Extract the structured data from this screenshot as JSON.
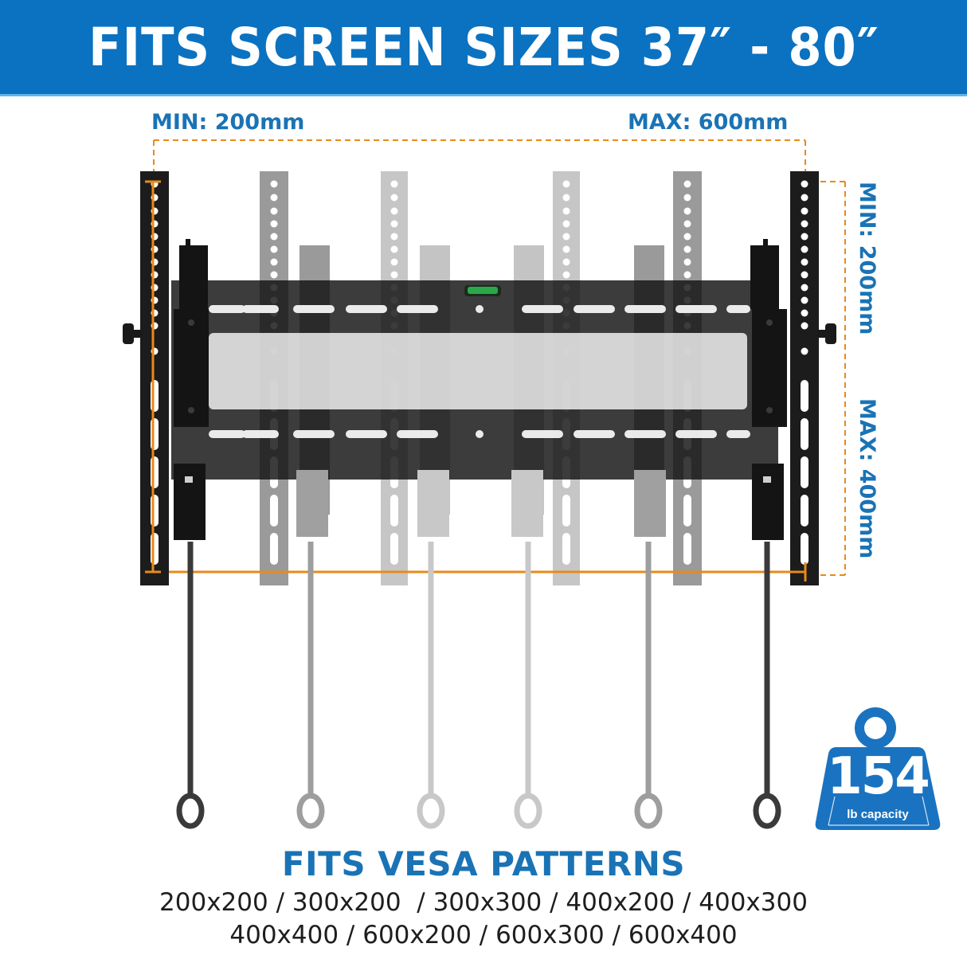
{
  "banner": {
    "title": "FITS SCREEN SIZES 37″ - 80″",
    "bg_color": "#0a72c1"
  },
  "dimensions": {
    "horizontal_min": "MIN: 200mm",
    "horizontal_max": "MAX: 600mm",
    "vertical_min": "MIN: 200mm",
    "vertical_max": "MAX: 400mm",
    "label_color": "#1a73b5",
    "guide_color": "#e88a1a"
  },
  "weight_badge": {
    "icon": "weight-icon",
    "value": "154",
    "unit": "lb capacity",
    "color": "#1a73c0"
  },
  "vesa": {
    "title": "FITS VESA PATTERNS",
    "line1": "200x200 / 300x200  / 300x300 / 400x200 / 400x300",
    "line2": "400x400 / 600x200 / 600x300 / 600x400",
    "patterns": [
      "200x200",
      "300x200",
      "300x300",
      "400x200",
      "400x300",
      "400x400",
      "600x200",
      "600x300",
      "600x400"
    ]
  },
  "diagram": {
    "product": "tilting-tv-wall-mount",
    "bracket_positions": [
      "outer-left",
      "second-left",
      "inner-left",
      "inner-right",
      "second-right",
      "outer-right"
    ],
    "features": [
      "bubble-level-icon",
      "release-pull-cord-icon",
      "tilt-knob-icon"
    ]
  }
}
